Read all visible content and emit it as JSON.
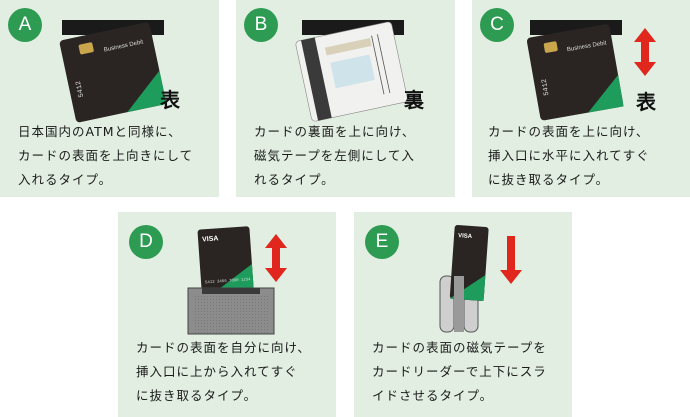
{
  "panels": [
    {
      "letter": "A",
      "side_label": "表",
      "description": "日本国内のATMと同様に、\nカードの表面を上向きにして\n入れるタイプ。"
    },
    {
      "letter": "B",
      "side_label": "裏",
      "description": "カードの裏面を上に向け、\n磁気テープを左側にして入\nれるタイプ。"
    },
    {
      "letter": "C",
      "side_label": "表",
      "description": "カードの表面を上に向け、\n挿入口に水平に入れてすぐ\nに抜き取るタイプ。"
    },
    {
      "letter": "D",
      "description": "カードの表面を自分に向け、\n挿入口に上から入れてすぐ\nに抜き取るタイプ。"
    },
    {
      "letter": "E",
      "description": "カードの表面の磁気テープを\nカードリーダーで上下にスラ\nイドさせるタイプ。"
    }
  ],
  "card_text": {
    "brand": "VISA",
    "network": "Business Debit",
    "number_short": "5412",
    "number_full": "5412 3456 7890 1234"
  },
  "colors": {
    "panel_bg": "#e1eee1",
    "badge": "#2e9b53",
    "arrow": "#e0261d",
    "card_body": "#2a2523",
    "card_accent": "#1e9c5b"
  }
}
